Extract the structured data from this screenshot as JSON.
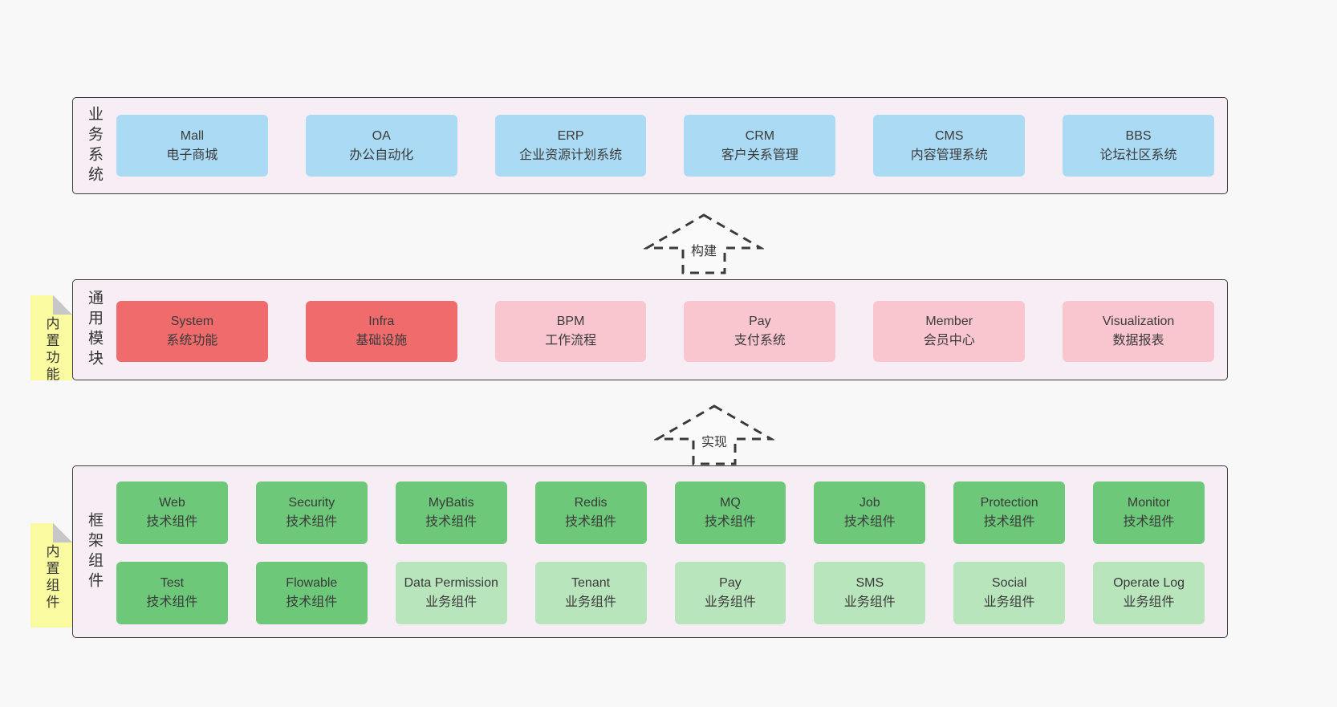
{
  "colors": {
    "page_bg": "#f8f8f8",
    "layer_bg": "#f7eef5",
    "layer_border": "#3b3b3b",
    "box_blue": "#abdbf4",
    "box_red": "#f06b6b",
    "box_pink": "#f9c6cf",
    "box_green_dark": "#6dc979",
    "box_green_light": "#b9e5bd",
    "sticky_yellow": "#fafaa0",
    "text": "#3a3a3a"
  },
  "arrows": [
    {
      "label": "构建"
    },
    {
      "label": "实现"
    }
  ],
  "layers": [
    {
      "label": "业务系统",
      "boxes": [
        {
          "title": "Mall",
          "subtitle": "电子商城"
        },
        {
          "title": "OA",
          "subtitle": "办公自动化"
        },
        {
          "title": "ERP",
          "subtitle": "企业资源计划系统"
        },
        {
          "title": "CRM",
          "subtitle": "客户关系管理"
        },
        {
          "title": "CMS",
          "subtitle": "内容管理系统"
        },
        {
          "title": "BBS",
          "subtitle": "论坛社区系统"
        }
      ]
    },
    {
      "label": "通用模块",
      "sticky": "内置功能",
      "boxes": [
        {
          "title": "System",
          "subtitle": "系统功能"
        },
        {
          "title": "Infra",
          "subtitle": "基础设施"
        },
        {
          "title": "BPM",
          "subtitle": "工作流程"
        },
        {
          "title": "Pay",
          "subtitle": "支付系统"
        },
        {
          "title": "Member",
          "subtitle": "会员中心"
        },
        {
          "title": "Visualization",
          "subtitle": "数据报表"
        }
      ]
    },
    {
      "label": "框架组件",
      "sticky": "内置组件",
      "rows": [
        [
          {
            "title": "Web",
            "subtitle": "技术组件"
          },
          {
            "title": "Security",
            "subtitle": "技术组件"
          },
          {
            "title": "MyBatis",
            "subtitle": "技术组件"
          },
          {
            "title": "Redis",
            "subtitle": "技术组件"
          },
          {
            "title": "MQ",
            "subtitle": "技术组件"
          },
          {
            "title": "Job",
            "subtitle": "技术组件"
          },
          {
            "title": "Protection",
            "subtitle": "技术组件"
          },
          {
            "title": "Monitor",
            "subtitle": "技术组件"
          }
        ],
        [
          {
            "title": "Test",
            "subtitle": "技术组件"
          },
          {
            "title": "Flowable",
            "subtitle": "技术组件"
          },
          {
            "title": "Data Permission",
            "subtitle": "业务组件"
          },
          {
            "title": "Tenant",
            "subtitle": "业务组件"
          },
          {
            "title": "Pay",
            "subtitle": "业务组件"
          },
          {
            "title": "SMS",
            "subtitle": "业务组件"
          },
          {
            "title": "Social",
            "subtitle": "业务组件"
          },
          {
            "title": "Operate Log",
            "subtitle": "业务组件"
          }
        ]
      ]
    }
  ]
}
